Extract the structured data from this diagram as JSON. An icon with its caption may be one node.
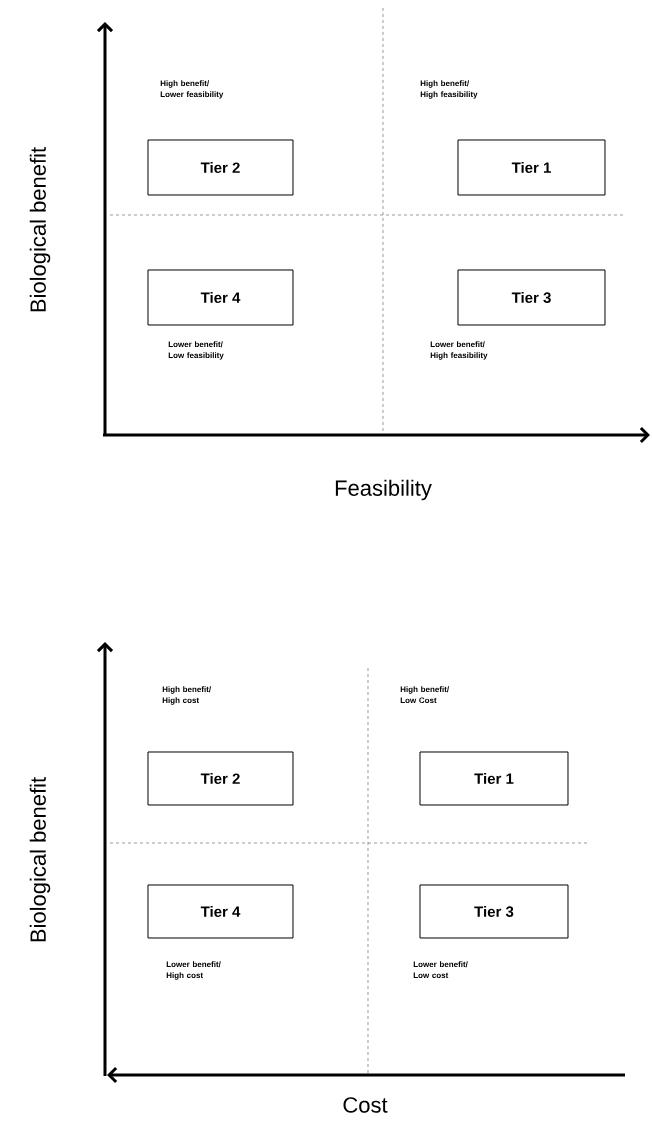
{
  "diagram": {
    "nodes": [
      {
        "text": [
          "Tier 2"
        ]
      },
      {
        "text": [
          "Tier 1"
        ]
      },
      {
        "text": [
          "Tier 4"
        ]
      },
      {
        "text": [
          "Tier 3"
        ]
      },
      {
        "text": [
          "Tier 2"
        ]
      },
      {
        "text": [
          "Tier 1"
        ]
      },
      {
        "text": [
          "Tier 4"
        ]
      },
      {
        "text": [
          "Tier 3"
        ]
      }
    ],
    "edges": [],
    "labels": [
      "High benefit/ Lower feasibility",
      "High benefit/ High feasibility",
      "Lower benefit/ Low feasibility",
      "Lower benefit/ High feasibility",
      "Biological benefit",
      "Feasibility",
      "High benefit/ High cost",
      "High benefit/ Low Cost",
      "Lower benefit/ High cost",
      "Lower benefit/ Low cost",
      "Biological benefit",
      "Cost"
    ]
  }
}
